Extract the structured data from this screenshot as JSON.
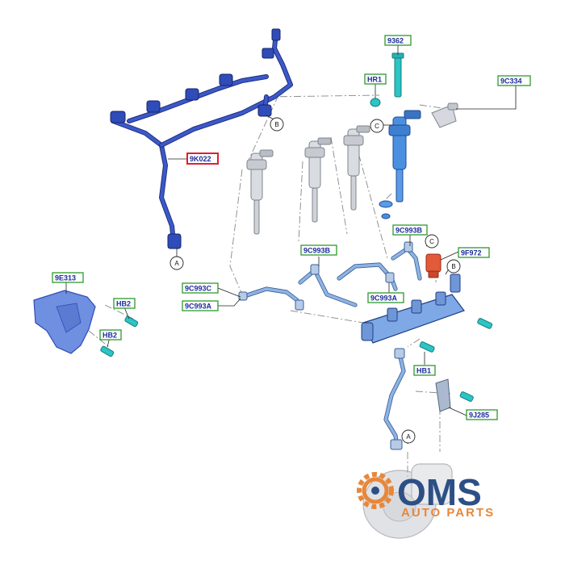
{
  "callouts": {
    "c9362": "9362",
    "cHR1": "HR1",
    "c9C334": "9C334",
    "c9K022": "9K022",
    "c9C993B_top": "9C993B",
    "c9F972": "9F972",
    "c9C993B_mid": "9C993B",
    "c9E313": "9E313",
    "c9C993C": "9C993C",
    "c9C993A_left": "9C993A",
    "c9C993A_mid": "9C993A",
    "cHB2_top": "HB2",
    "cHB2_bottom": "HB2",
    "cHB1": "HB1",
    "c9J285": "9J285"
  },
  "refs": {
    "a_harness": "A",
    "b_harness": "B",
    "c_injector": "C",
    "c_pipe": "C",
    "b_rail": "B",
    "a_pump": "A"
  },
  "logo": {
    "main": "OMS",
    "sub": "AUTO PARTS"
  },
  "colors": {
    "harness": "#3c59c9",
    "injector": "#4b8fe0",
    "pipe": "#8fb4e3",
    "bracket": "#6f8fe0",
    "bolt": "#2cc4c4",
    "highlight": "#e01f2f",
    "callout_border": "#2c9a2c",
    "callout_text": "#1d2b9c"
  }
}
